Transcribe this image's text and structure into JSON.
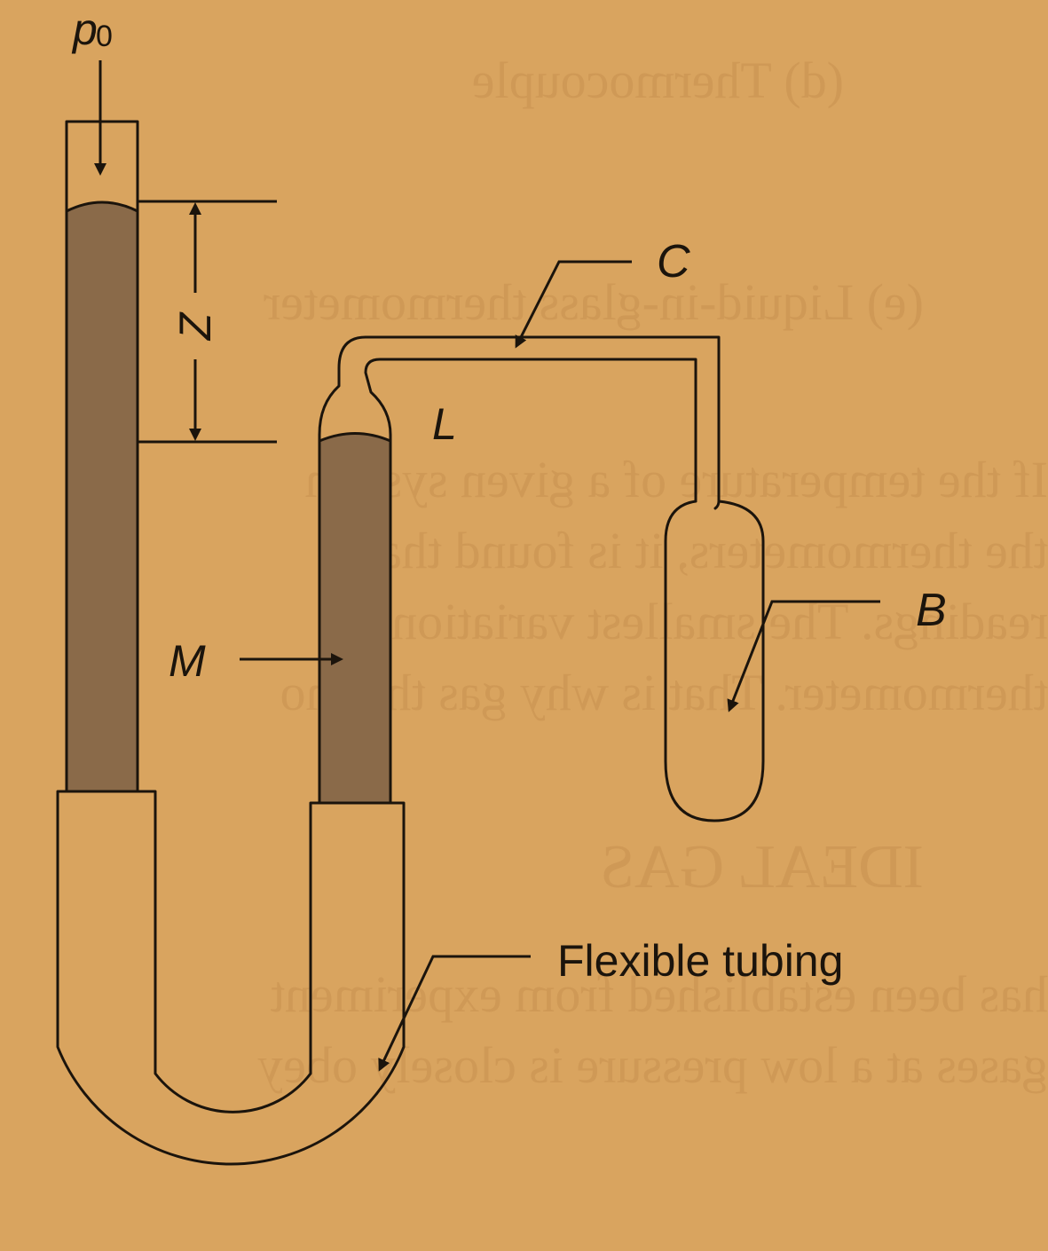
{
  "labels": {
    "p0": "p",
    "p0_sub": "0",
    "z": "Z",
    "c": "C",
    "l": "L",
    "b": "B",
    "m": "M",
    "flexible_tubing": "Flexible tubing"
  },
  "colors": {
    "background": "#d9a45f",
    "ink": "#1b140c",
    "liquid": "#8a6a49"
  }
}
